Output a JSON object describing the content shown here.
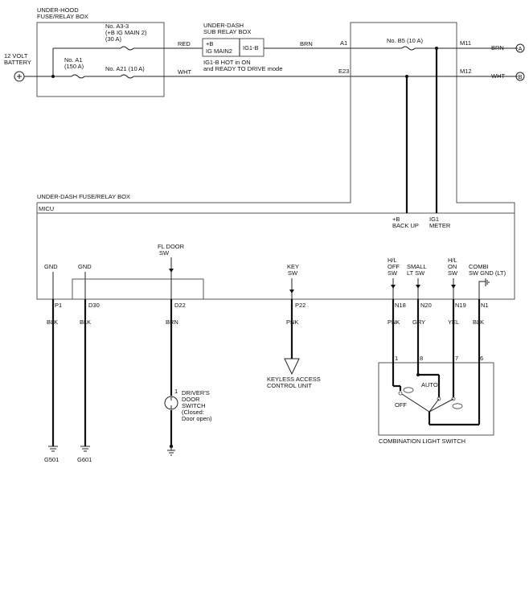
{
  "boxes": {
    "under_hood": [
      "UNDER-HOOD",
      "FUSE/RELAY BOX"
    ],
    "under_dash_sub": [
      "UNDER-DASH",
      "SUB RELAY BOX"
    ],
    "under_dash": "UNDER-DASH FUSE/RELAY BOX",
    "micu": "MICU",
    "combination_switch": "COMBINATION LIGHT SWITCH"
  },
  "battery": [
    "12 VOLT",
    "BATTERY"
  ],
  "fuses": {
    "a3_3": [
      "No. A3-3",
      "(+B IG MAIN 2)",
      "(30 A)"
    ],
    "a1": [
      "No. A1",
      "(150 A)"
    ],
    "a21": "No. A21 (10 A)",
    "b5": "No. B5 (10 A)"
  },
  "relay": {
    "plus_b": "+B",
    "ig_main2": "IG MAIN2",
    "ig1b": "IG1-B",
    "note": [
      "IG1-B HOT in ON",
      "and READY TO DRIVE mode"
    ]
  },
  "wires": {
    "red": "RED",
    "wht1": "WHT",
    "brn1": "BRN",
    "brn2": "BRN",
    "wht2": "WHT",
    "blk1": "BLK",
    "blk2": "BLK",
    "brn3": "BRN",
    "pnk1": "PNK",
    "pnk2": "PNK",
    "gry": "GRY",
    "yel": "YEL",
    "blk3": "BLK"
  },
  "terminals": {
    "a1": "A1",
    "e23": "E23",
    "m11": "M11",
    "m12": "M12",
    "p1": "P1",
    "d30": "D30",
    "d22": "D22",
    "p22": "P22",
    "n18": "N18",
    "n20": "N20",
    "n19": "N19",
    "n1": "N1"
  },
  "connectors": {
    "a": "A",
    "b": "B"
  },
  "micu_inputs": {
    "backup": [
      "+B",
      "BACK UP"
    ],
    "ig1": [
      "IG1",
      "METER"
    ],
    "gnd1": "GND",
    "gnd2": "GND",
    "fl_door": [
      "FL DOOR",
      "SW"
    ],
    "key": [
      "KEY",
      "SW"
    ],
    "hl_off": [
      "H/L",
      "OFF",
      "SW"
    ],
    "small_lt": [
      "SMALL",
      "LT SW"
    ],
    "hl_on": [
      "H/L",
      "ON",
      "SW"
    ],
    "combi": [
      "COMBI",
      "SW GND (LT)"
    ]
  },
  "grounds": {
    "g501": "G501",
    "g601": "G601"
  },
  "door_switch": {
    "pin": "1",
    "label": [
      "DRIVER'S",
      "DOOR",
      "SWITCH",
      "(Closed:",
      "Door open)"
    ]
  },
  "keyless": [
    "KEYLESS ACCESS",
    "CONTROL UNIT"
  ],
  "switch_pins": {
    "p1": "1",
    "p8": "8",
    "p7": "7",
    "p6": "6"
  },
  "switch_positions": {
    "off": "OFF",
    "auto": "AUTO"
  }
}
